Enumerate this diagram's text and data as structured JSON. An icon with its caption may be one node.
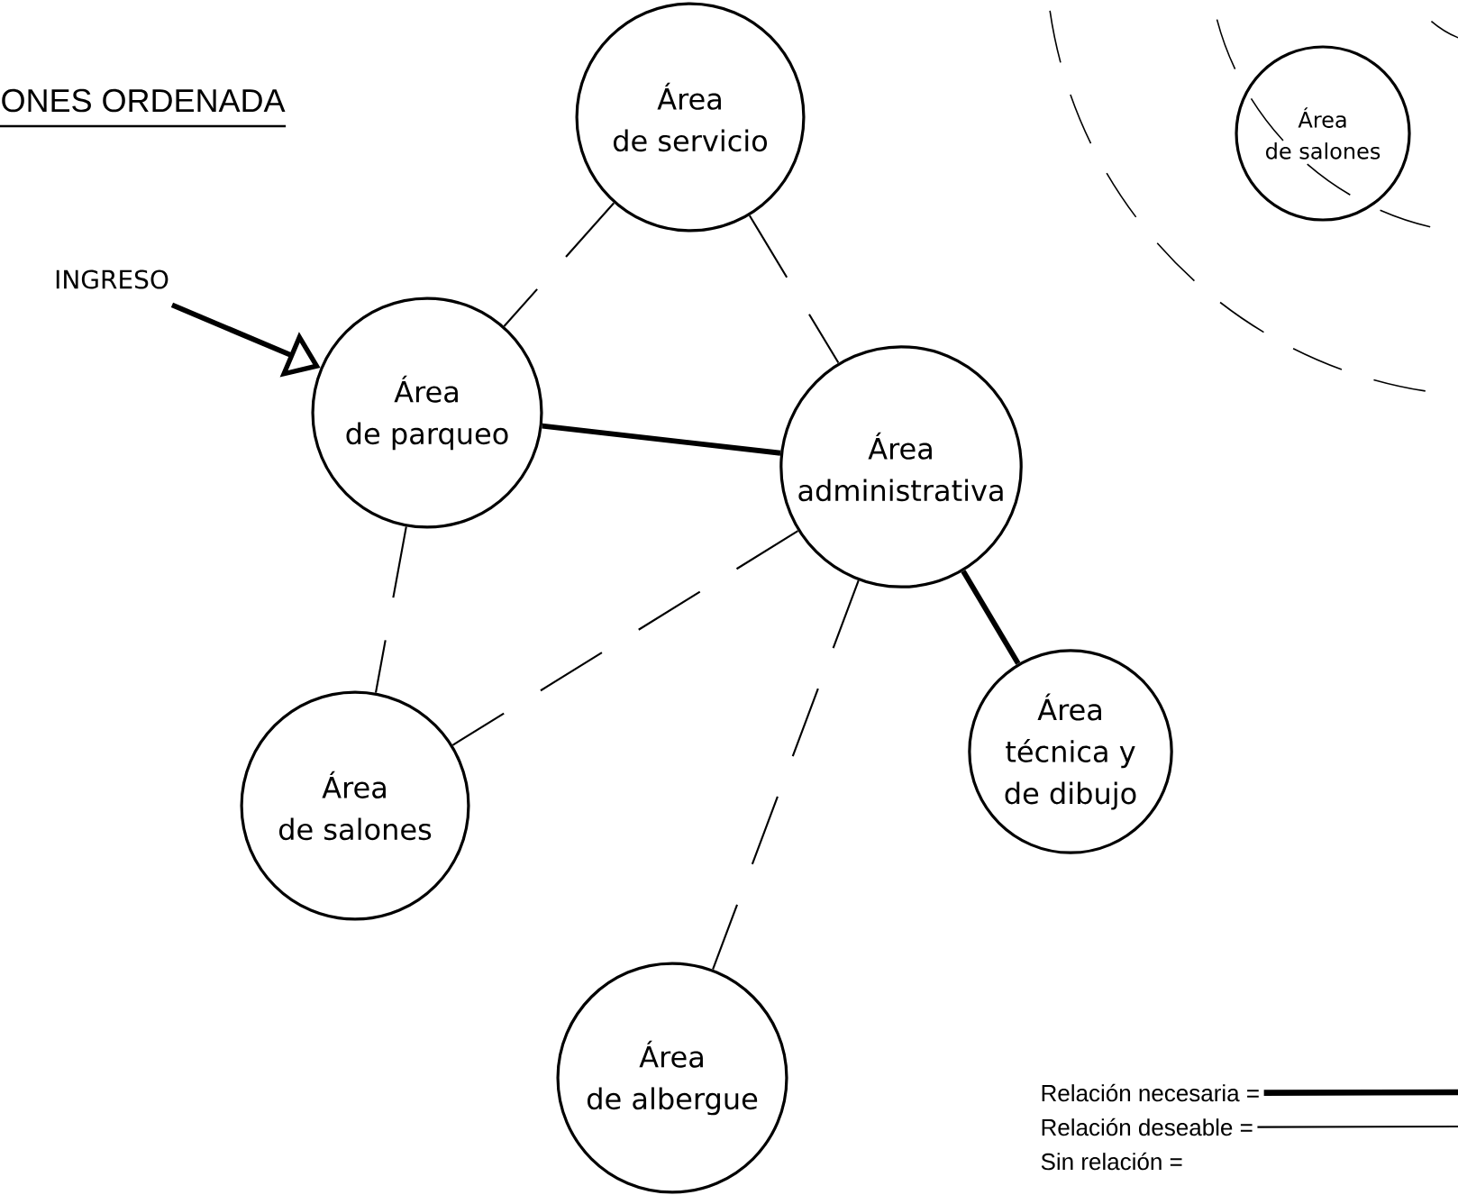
{
  "diagram": {
    "title": "ONES ORDENADA",
    "nodes": [
      {
        "text": [
          "Área de servicio"
        ]
      },
      {
        "text": [
          "Área de salones"
        ]
      },
      {
        "text": [
          "INGRESO"
        ]
      },
      {
        "text": [
          "Área de parqueo"
        ]
      },
      {
        "text": [
          "Área administrativa"
        ]
      },
      {
        "text": [
          "Área técnica y de dibujo"
        ]
      },
      {
        "text": [
          "Área de salones"
        ]
      },
      {
        "text": [
          "Área de albergue"
        ]
      }
    ],
    "edges": [
      {
        "from": 2,
        "to": 3,
        "arrow": "to",
        "style": "thick"
      },
      {
        "from": 0,
        "to": 3,
        "arrow": "none",
        "style": "dashed"
      },
      {
        "from": 0,
        "to": 4,
        "arrow": "none",
        "style": "dashed"
      },
      {
        "from": 3,
        "to": 4,
        "arrow": "none",
        "style": "thick"
      },
      {
        "from": 4,
        "to": 5,
        "arrow": "none",
        "style": "thick"
      },
      {
        "from": 3,
        "to": 6,
        "arrow": "none",
        "style": "dashed"
      },
      {
        "from": 4,
        "to": 6,
        "arrow": "none",
        "style": "dashed"
      },
      {
        "from": 4,
        "to": 7,
        "arrow": "none",
        "style": "dashed"
      }
    ],
    "legend": [
      {
        "text": "Relación necesaria ="
      },
      {
        "text": "Relación deseable ="
      },
      {
        "text": "Sin relación ="
      }
    ]
  }
}
